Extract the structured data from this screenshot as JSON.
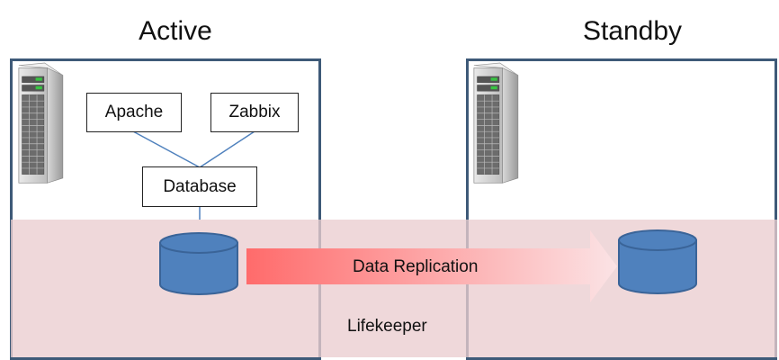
{
  "active_title": "Active",
  "standby_title": "Standby",
  "components": {
    "apache": "Apache",
    "zabbix": "Zabbix",
    "database": "Database"
  },
  "replication_label": "Data Replication",
  "cluster_label": "Lifekeeper",
  "colors": {
    "frame": "#3e5a78",
    "band": "#ebcdd0",
    "disk": "#4f81bd",
    "arrow_start": "#ff6b6b",
    "arrow_end": "#fbe3e5"
  }
}
